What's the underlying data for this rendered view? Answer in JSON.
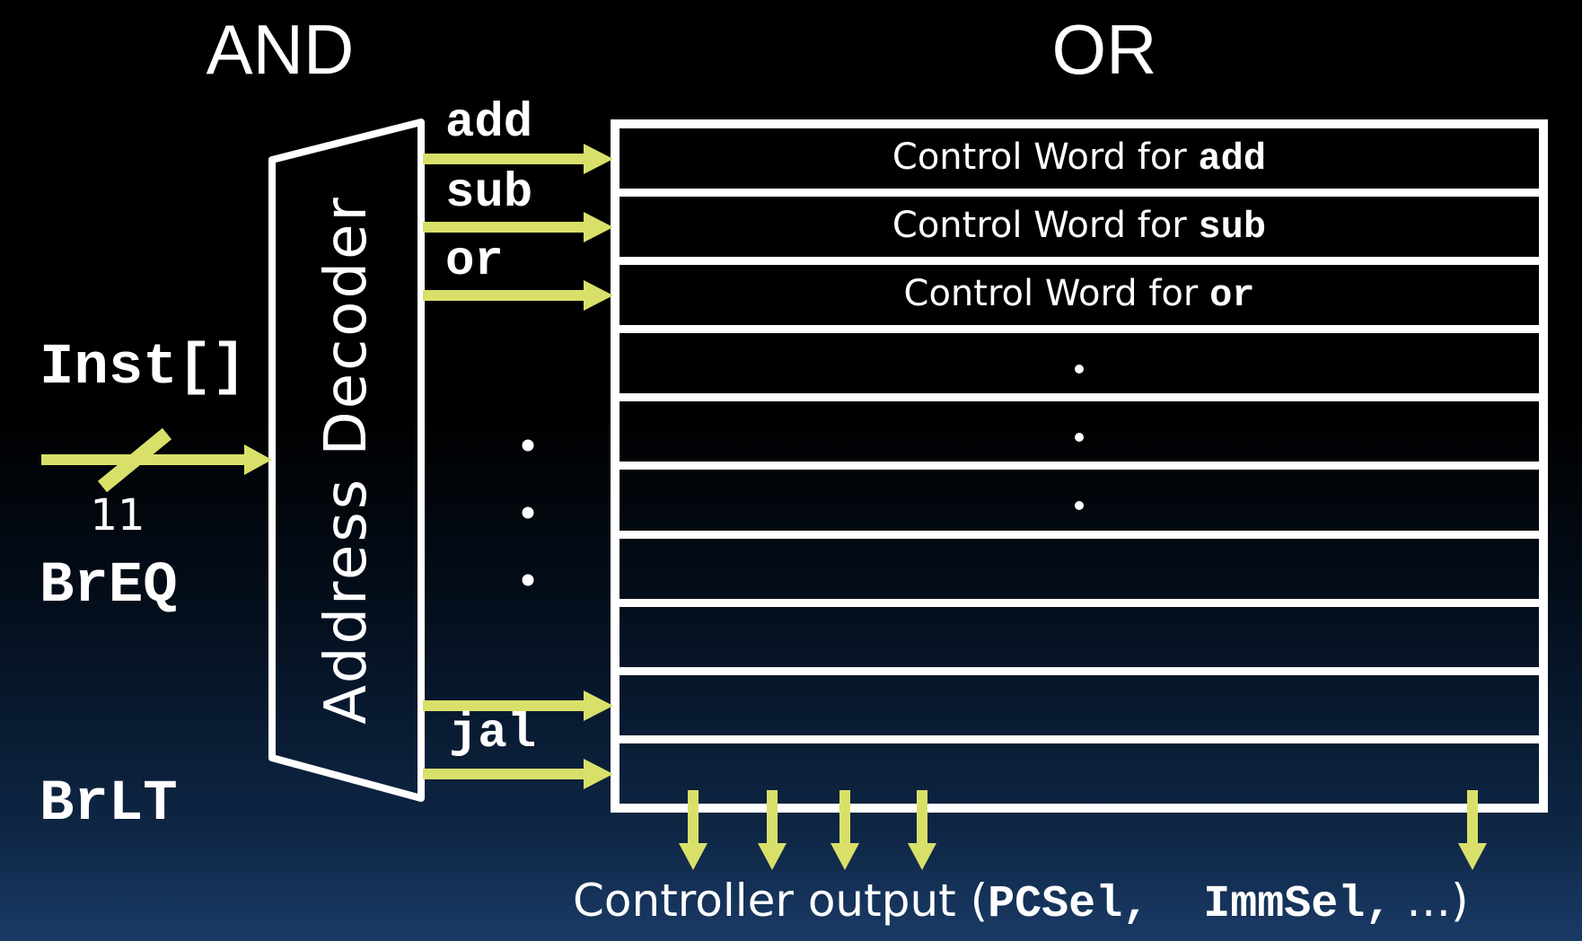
{
  "titles": {
    "and_plane": "AND",
    "or_plane": "OR"
  },
  "and_plane": {
    "input_signals": [
      "Inst[]",
      "BrEQ",
      "BrLT"
    ],
    "bus_width_label": "11",
    "decoder_label": "Address Decoder",
    "output_labels": {
      "top": [
        "add",
        "sub",
        "or"
      ],
      "bottom": "jal"
    }
  },
  "or_plane": {
    "rows": [
      {
        "kind": "word",
        "prefix": "Control Word for ",
        "instruction": "add"
      },
      {
        "kind": "word",
        "prefix": "Control Word for ",
        "instruction": "sub"
      },
      {
        "kind": "word",
        "prefix": "Control Word for ",
        "instruction": "or"
      },
      {
        "kind": "dot"
      },
      {
        "kind": "dot"
      },
      {
        "kind": "dot"
      },
      {
        "kind": "empty"
      },
      {
        "kind": "empty"
      },
      {
        "kind": "empty"
      },
      {
        "kind": "empty"
      }
    ]
  },
  "caption": {
    "prefix": "Controller output (",
    "signals": "PCSel,  ImmSel,",
    "suffix": " …)"
  },
  "colors": {
    "arrow": "#d9e069",
    "line": "#ffffff",
    "background_top": "#000000",
    "background_bottom": "#1a3a66"
  }
}
